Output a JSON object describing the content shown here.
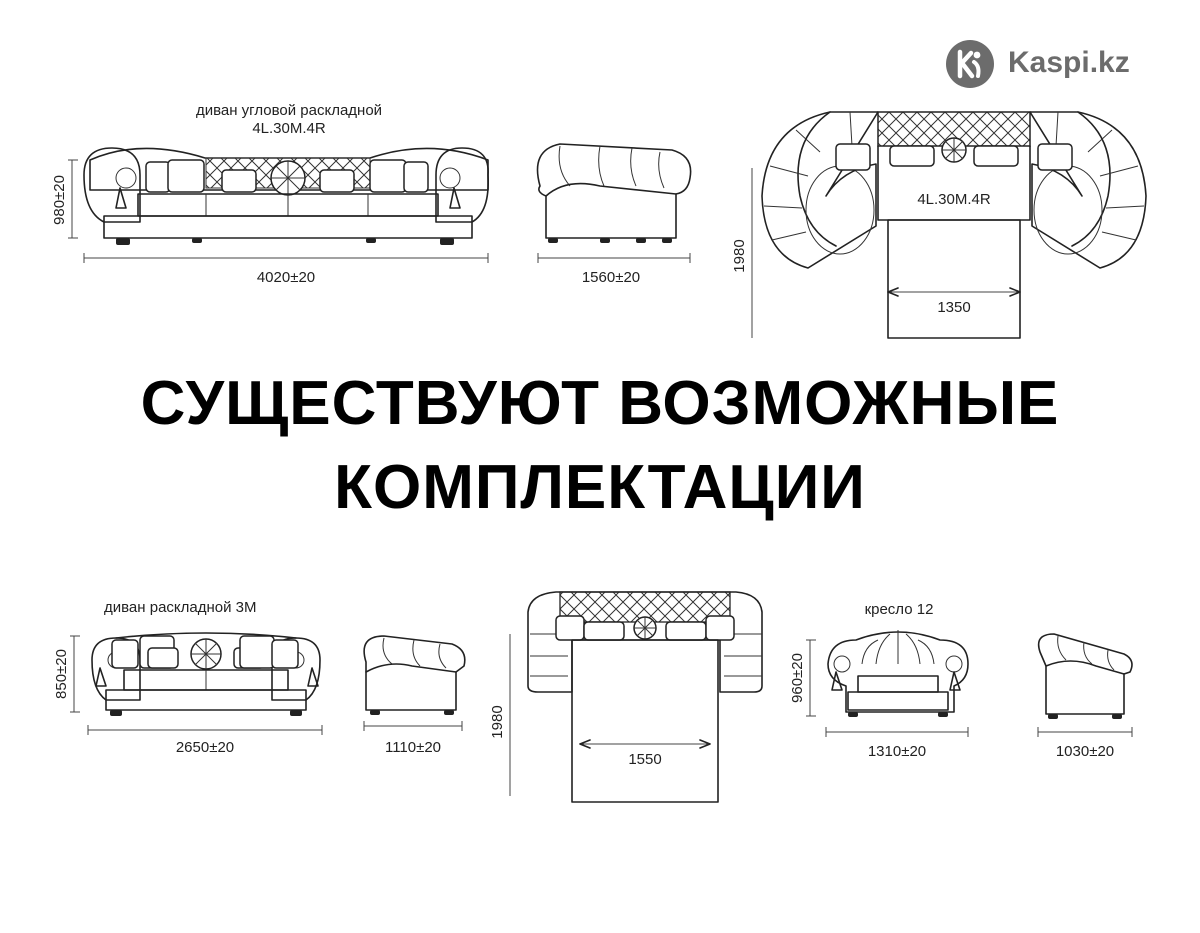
{
  "brand": {
    "name": "Kaspi.kz"
  },
  "headline": {
    "line1": "СУЩЕСТВУЮТ ВОЗМОЖНЫЕ",
    "line2": "КОМПЛЕКТАЦИИ"
  },
  "corner_sofa": {
    "caption": "диван угловой раскладной",
    "model": "4L.30M.4R",
    "height": "980±20",
    "length": "4020±20",
    "depth": "1560±20",
    "plan_model": "4L.30M.4R",
    "plan_length": "1980",
    "plan_width": "1350"
  },
  "sofa_3m": {
    "caption": "диван раскладной 3М",
    "height": "850±20",
    "length": "2650±20",
    "depth": "1110±20",
    "plan_length": "1980",
    "plan_width": "1550"
  },
  "armchair": {
    "caption": "кресло 12",
    "height": "960±20",
    "width": "1310±20",
    "depth": "1030±20"
  }
}
